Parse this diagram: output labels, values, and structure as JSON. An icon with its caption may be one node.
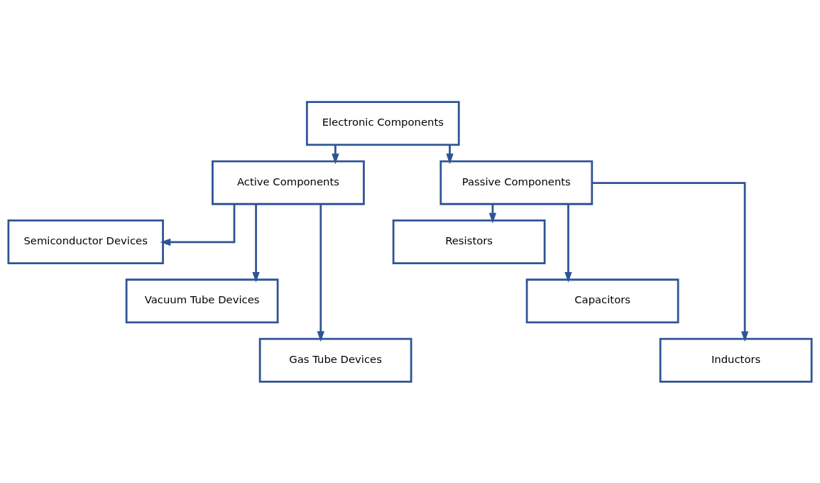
{
  "diagram": {
    "nodes": [
      {
        "text": [
          "Electronic Components"
        ]
      },
      {
        "text": [
          "Active Components"
        ]
      },
      {
        "text": [
          "Passive Components"
        ]
      },
      {
        "text": [
          "Semiconductor Devices"
        ]
      },
      {
        "text": [
          "Vacuum Tube Devices"
        ]
      },
      {
        "text": [
          "Gas Tube Devices"
        ]
      },
      {
        "text": [
          "Resistors"
        ]
      },
      {
        "text": [
          "Capacitors"
        ]
      },
      {
        "text": [
          "Inductors"
        ]
      }
    ],
    "edges": [
      {
        "from": 0,
        "to": 1,
        "arrow": "to"
      },
      {
        "from": 0,
        "to": 2,
        "arrow": "to"
      },
      {
        "from": 1,
        "to": 3,
        "arrow": "to"
      },
      {
        "from": 1,
        "to": 4,
        "arrow": "to"
      },
      {
        "from": 1,
        "to": 5,
        "arrow": "to"
      },
      {
        "from": 2,
        "to": 6,
        "arrow": "to"
      },
      {
        "from": 2,
        "to": 7,
        "arrow": "to"
      },
      {
        "from": 2,
        "to": 8,
        "arrow": "to"
      }
    ]
  }
}
